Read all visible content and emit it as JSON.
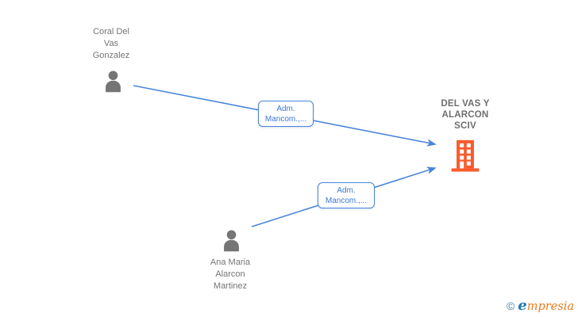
{
  "theme": {
    "background": "#ffffff",
    "edge_color": "#4a86d8",
    "edge_label_text_color": "#3b78dc",
    "person_icon_color": "#757575",
    "person_name_color": "#757575",
    "company_name_color": "#6e6e6e",
    "building_icon_color": "#f95b2d"
  },
  "nodes": {
    "person1": {
      "type": "person",
      "icon": "person-icon",
      "name_lines": [
        "Coral Del",
        "Vas",
        "Gonzalez"
      ]
    },
    "person2": {
      "type": "person",
      "icon": "person-icon",
      "name_lines": [
        "Ana Maria",
        "Alarcon",
        "Martinez"
      ]
    },
    "company": {
      "type": "company",
      "icon": "building-icon",
      "name_lines": [
        "DEL VAS Y",
        "ALARCON",
        "SCIV"
      ]
    }
  },
  "edges": [
    {
      "from": "person1",
      "to": "company",
      "label_lines": [
        "Adm.",
        "Mancom.,..."
      ]
    },
    {
      "from": "person2",
      "to": "company",
      "label_lines": [
        "Adm.",
        "Mancom.,..."
      ]
    }
  ],
  "watermark": {
    "copyright_symbol": "©",
    "brand_first_letter": "e",
    "brand_rest": "mpresia"
  }
}
